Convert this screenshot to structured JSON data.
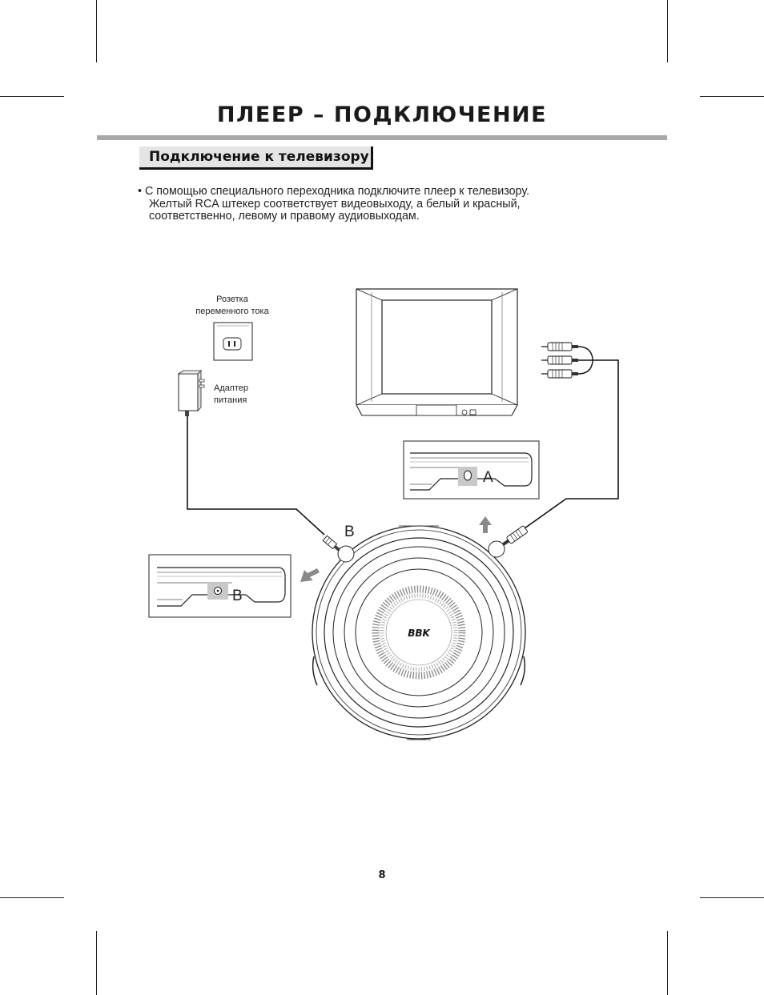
{
  "header": {
    "title": "ПЛЕЕР – ПОДКЛЮЧЕНИЕ"
  },
  "section": {
    "heading": "Подключение к телевизору"
  },
  "instructions": {
    "line1": "• С помощью специального переходника подключите плеер к телевизору.",
    "line2": "Желтый RCA штекер соответствует видеовыходу, а белый и красный,",
    "line3": "соответственно, левому и правому аудиовыходам."
  },
  "diagram": {
    "outlet_label_1": "Розетка",
    "outlet_label_2": "переменного тока",
    "adapter_label_1": "Адаптер",
    "adapter_label_2": "питания",
    "port_a_label": "A",
    "port_b_label": "B",
    "port_b_inset_label": "B",
    "brand_logo": "BBK"
  },
  "footer": {
    "page_number": "8"
  }
}
